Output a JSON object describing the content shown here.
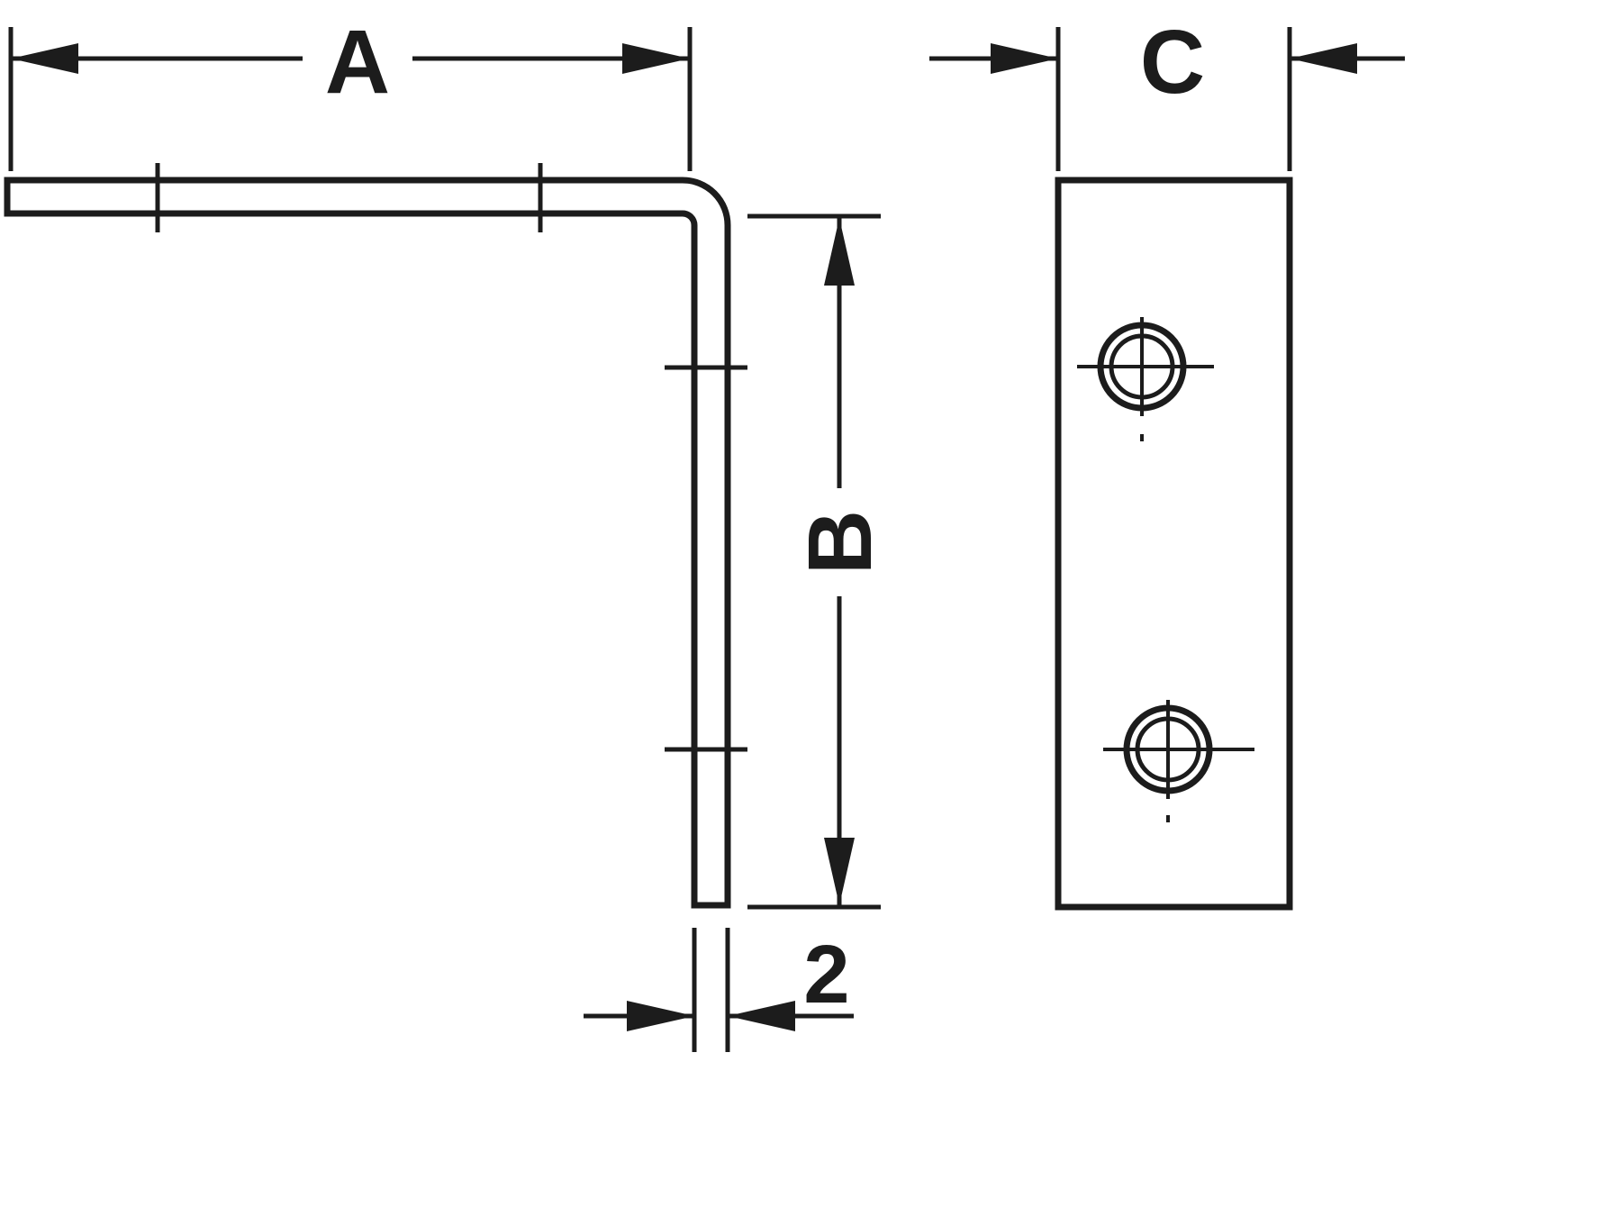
{
  "diagram": {
    "type": "technical-drawing",
    "description": "Dimensioned engineering drawing of an L-shaped corner bracket: side view (left) and front view of plate with two holes (right)",
    "labels": {
      "width": "A",
      "height": "B",
      "plate_width": "C",
      "thickness": "2"
    },
    "colors": {
      "line": "#1c1c1c",
      "background": "#ffffff"
    }
  }
}
